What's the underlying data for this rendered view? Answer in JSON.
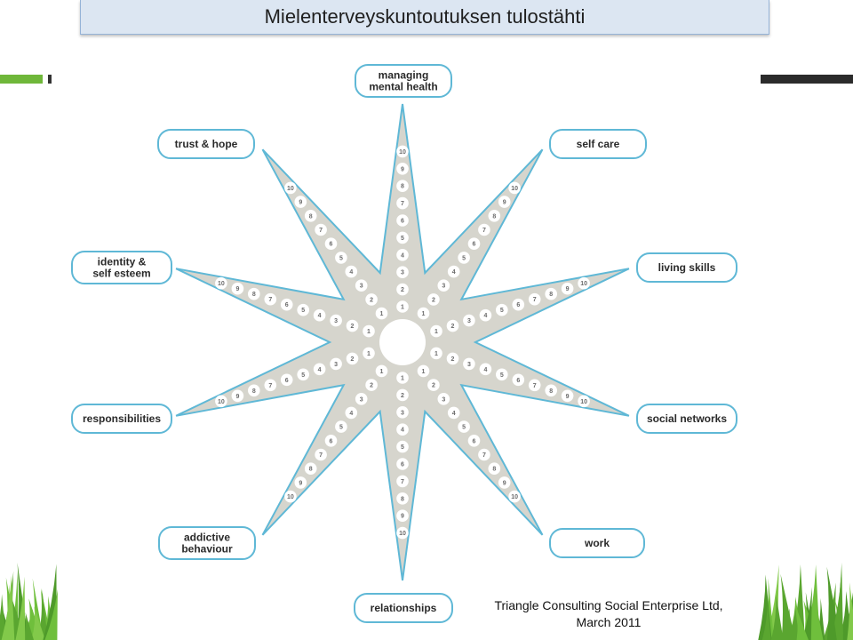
{
  "title": "Mielenterveyskuntoutuksen tulostähti",
  "credit": {
    "line1": "Triangle Consulting Social Enterprise Ltd,",
    "line2": "March 2011"
  },
  "colors": {
    "star_fill": "#d6d5cd",
    "star_stroke": "#5fb8d6",
    "label_border": "#5fb8d6",
    "accent_green": "#6fb73a"
  },
  "scale_numbers": [
    "1",
    "2",
    "3",
    "4",
    "5",
    "6",
    "7",
    "8",
    "9",
    "10"
  ],
  "points": [
    {
      "id": "managing-mental-health",
      "label": [
        "managing",
        "mental health"
      ]
    },
    {
      "id": "self-care",
      "label": [
        "self care"
      ]
    },
    {
      "id": "living-skills",
      "label": [
        "living skills"
      ]
    },
    {
      "id": "social-networks",
      "label": [
        "social networks"
      ]
    },
    {
      "id": "work",
      "label": [
        "work"
      ]
    },
    {
      "id": "relationships",
      "label": [
        "relationships"
      ]
    },
    {
      "id": "addictive-behaviour",
      "label": [
        "addictive",
        "behaviour"
      ]
    },
    {
      "id": "responsibilities",
      "label": [
        "responsibilities"
      ]
    },
    {
      "id": "identity-self-esteem",
      "label": [
        "identity &",
        "self esteem"
      ]
    },
    {
      "id": "trust-hope",
      "label": [
        "trust & hope"
      ]
    }
  ]
}
